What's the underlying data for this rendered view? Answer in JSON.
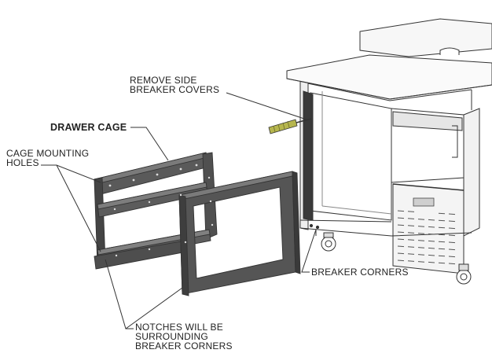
{
  "labels": {
    "remove_side": [
      "REMOVE SIDE",
      "BREAKER COVERS"
    ],
    "drawer_cage": "DRAWER CAGE",
    "cage_mounting": [
      "CAGE MOUNTING",
      "HOLES"
    ],
    "breaker_corners": "BREAKER CORNERS",
    "notches": [
      "NOTCHES WILL BE",
      "SURROUNDING",
      "BREAKER CORNERS"
    ]
  },
  "colors": {
    "line": "#333333",
    "panel_dark": "#4a4a4a",
    "panel_mid": "#6b6b6b",
    "panel_light": "#9a9a9a",
    "screwdriver_handle": "#a8a84a"
  }
}
